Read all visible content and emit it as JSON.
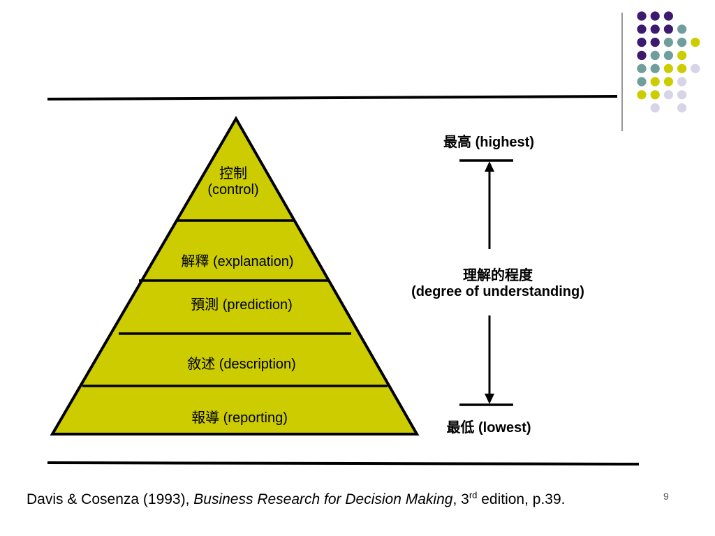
{
  "colors": {
    "purple": "#3d1a6e",
    "teal": "#6f9e9c",
    "yellow": "#cccc00",
    "lavender": "#d6d4e6",
    "pyramid_fill": "#cccc00",
    "line": "#000000"
  },
  "pyramid": {
    "levels": [
      {
        "cjk": "控制",
        "en": "(control)"
      },
      {
        "cjk": "解釋",
        "en": "(explanation)"
      },
      {
        "cjk": "預測",
        "en": "(prediction)"
      },
      {
        "cjk": "敘述",
        "en": "(description)"
      },
      {
        "cjk": "報導",
        "en": "(reporting)"
      }
    ]
  },
  "scale": {
    "top_cjk": "最高",
    "top_en": "(highest)",
    "middle_cjk": "理解的程度",
    "middle_en": "(degree of understanding)",
    "bottom_cjk": "最低",
    "bottom_en": "(lowest)"
  },
  "citation": {
    "authors": "Davis & Cosenza (1993), ",
    "book_title": "Business Research for Decision Making",
    "edition_pre": ", 3",
    "edition_sup": "rd",
    "edition_post": " edition, p.39."
  },
  "page_number": "9"
}
